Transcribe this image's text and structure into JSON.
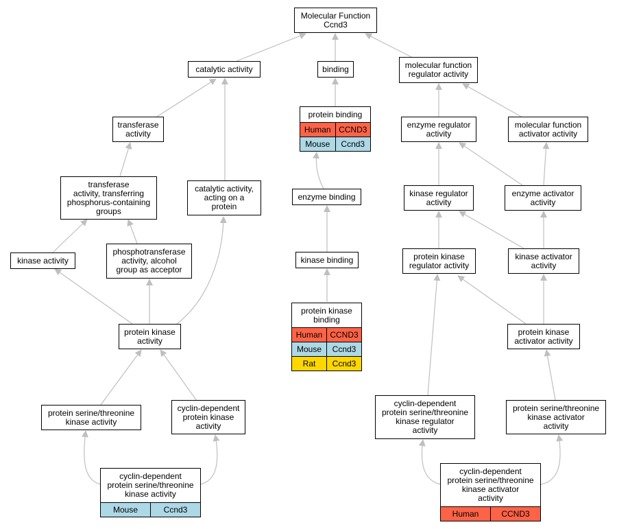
{
  "colors": {
    "edge": "#bfbfbf",
    "human": "#ff6347",
    "mouse": "#add8e6",
    "rat": "#ffd700"
  },
  "nodes": {
    "mf_ccnd3": "Molecular Function\nCcnd3",
    "catalytic": "catalytic activity",
    "binding": "binding",
    "mf_regulator": "molecular function\nregulator activity",
    "transferase": "transferase\nactivity",
    "protein_binding": "protein binding",
    "enzyme_regulator": "enzyme regulator\nactivity",
    "mf_activator": "molecular function\nactivator activity",
    "transferase_phos": "transferase\nactivity, transferring\nphosphorus-containing\ngroups",
    "catalytic_protein": "catalytic activity,\nacting on a\nprotein",
    "enzyme_binding": "enzyme binding",
    "kinase_regulator": "kinase regulator\nactivity",
    "enzyme_activator": "enzyme activator\nactivity",
    "kinase_activity": "kinase activity",
    "phosphotransferase": "phosphotransferase\nactivity, alcohol\ngroup as acceptor",
    "kinase_binding": "kinase binding",
    "pk_regulator": "protein kinase\nregulator activity",
    "kinase_activator": "kinase activator\nactivity",
    "protein_kinase": "protein kinase\nactivity",
    "pk_binding": "protein kinase\nbinding",
    "pk_activator": "protein kinase\nactivator activity",
    "pst_kinase": "protein serine/threonine\nkinase activity",
    "cd_pk": "cyclin-dependent\nprotein kinase\nactivity",
    "cd_pst_regulator": "cyclin-dependent\nprotein serine/threonine\nkinase regulator\nactivity",
    "pst_activator": "protein serine/threonine\nkinase activator\nactivity",
    "cd_pst_kinase": "cyclin-dependent\nprotein serine/threonine\nkinase activity",
    "cd_pst_activator": "cyclin-dependent\nprotein serine/threonine\nkinase activator\nactivity"
  },
  "tables": {
    "protein_binding": [
      {
        "species": "Human",
        "gene": "CCND3",
        "color": "#ff6347"
      },
      {
        "species": "Mouse",
        "gene": "Ccnd3",
        "color": "#add8e6"
      }
    ],
    "pk_binding": [
      {
        "species": "Human",
        "gene": "CCND3",
        "color": "#ff6347"
      },
      {
        "species": "Mouse",
        "gene": "Ccnd3",
        "color": "#add8e6"
      },
      {
        "species": "Rat",
        "gene": "Ccnd3",
        "color": "#ffd700"
      }
    ],
    "cd_pst_kinase": [
      {
        "species": "Mouse",
        "gene": "Ccnd3",
        "color": "#add8e6"
      }
    ],
    "cd_pst_activator": [
      {
        "species": "Human",
        "gene": "CCND3",
        "color": "#ff6347"
      }
    ]
  }
}
